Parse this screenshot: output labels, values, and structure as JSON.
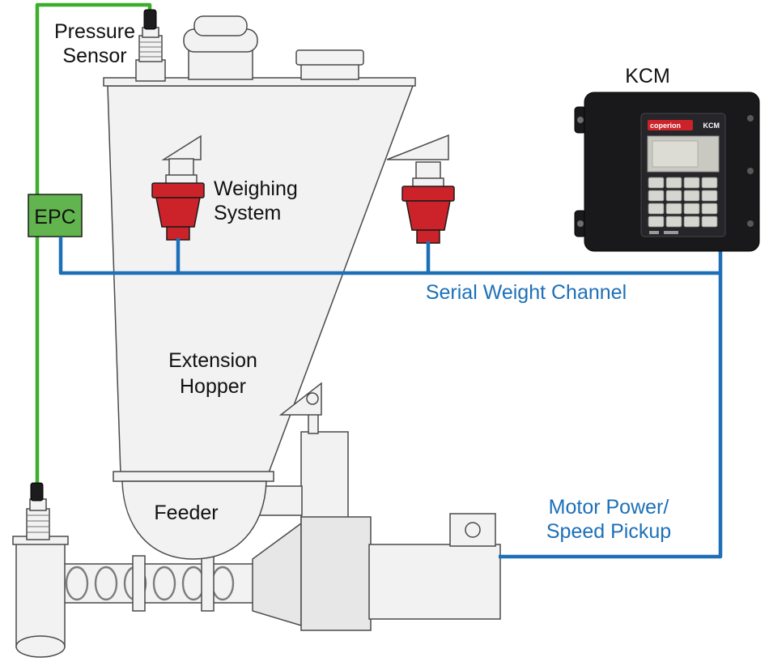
{
  "diagram": {
    "labels": {
      "pressure_sensor": {
        "line1": "Pressure",
        "line2": "Sensor"
      },
      "epc": "EPC",
      "weighing_system": {
        "line1": "Weighing",
        "line2": "System"
      },
      "kcm": "KCM",
      "serial_weight_channel": "Serial Weight Channel",
      "extension_hopper": {
        "line1": "Extension",
        "line2": "Hopper"
      },
      "feeder": "Feeder",
      "motor_power": {
        "line1": "Motor Power/",
        "line2": "Speed Pickup"
      }
    },
    "kcm_device": {
      "brand": "coperion",
      "model": "KCM"
    },
    "colors": {
      "wire_green": "#3dae2b",
      "wire_blue": "#1d70b7",
      "load_cell_red": "#cc2229",
      "epc_green": "#62b44e",
      "machine_gray": "#f2f2f2",
      "kcm_black": "#19191b"
    }
  }
}
